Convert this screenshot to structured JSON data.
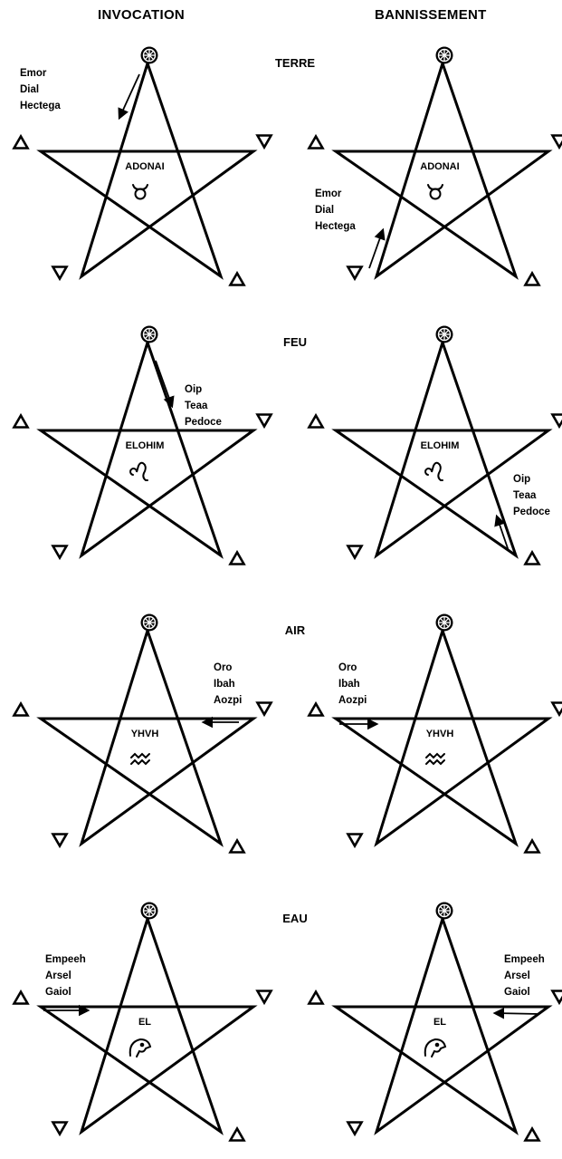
{
  "headers": {
    "invocation": "INVOCATION",
    "banishing": "BANNISSEMENT"
  },
  "rows": [
    {
      "element": "TERRE",
      "divine_name": "ADONAI",
      "symbol": "taurus-sign",
      "invocation_calls": [
        "Emor",
        "Dial",
        "Hectega"
      ],
      "banishing_calls": [
        "Emor",
        "Dial",
        "Hectega"
      ]
    },
    {
      "element": "FEU",
      "divine_name": "ELOHIM",
      "symbol": "leo-sign",
      "invocation_calls": [
        "Oip",
        "Teaa",
        "Pedoce"
      ],
      "banishing_calls": [
        "Oip",
        "Teaa",
        "Pedoce"
      ]
    },
    {
      "element": "AIR",
      "divine_name": "YHVH",
      "symbol": "aquarius-sign",
      "invocation_calls": [
        "Oro",
        "Ibah",
        "Aozpi"
      ],
      "banishing_calls": [
        "Oro",
        "Ibah",
        "Aozpi"
      ]
    },
    {
      "element": "EAU",
      "divine_name": "EL",
      "symbol": "eagle-head",
      "invocation_calls": [
        "Empeeh",
        "Arsel",
        "Gaiol"
      ],
      "banishing_calls": [
        "Empeeh",
        "Arsel",
        "Gaiol"
      ]
    }
  ],
  "icons": {
    "spirit": "spirit-wheel-icon",
    "fire_air": "triangle-up-icon",
    "water_earth": "triangle-down-icon",
    "direction": "arrow-icon"
  }
}
